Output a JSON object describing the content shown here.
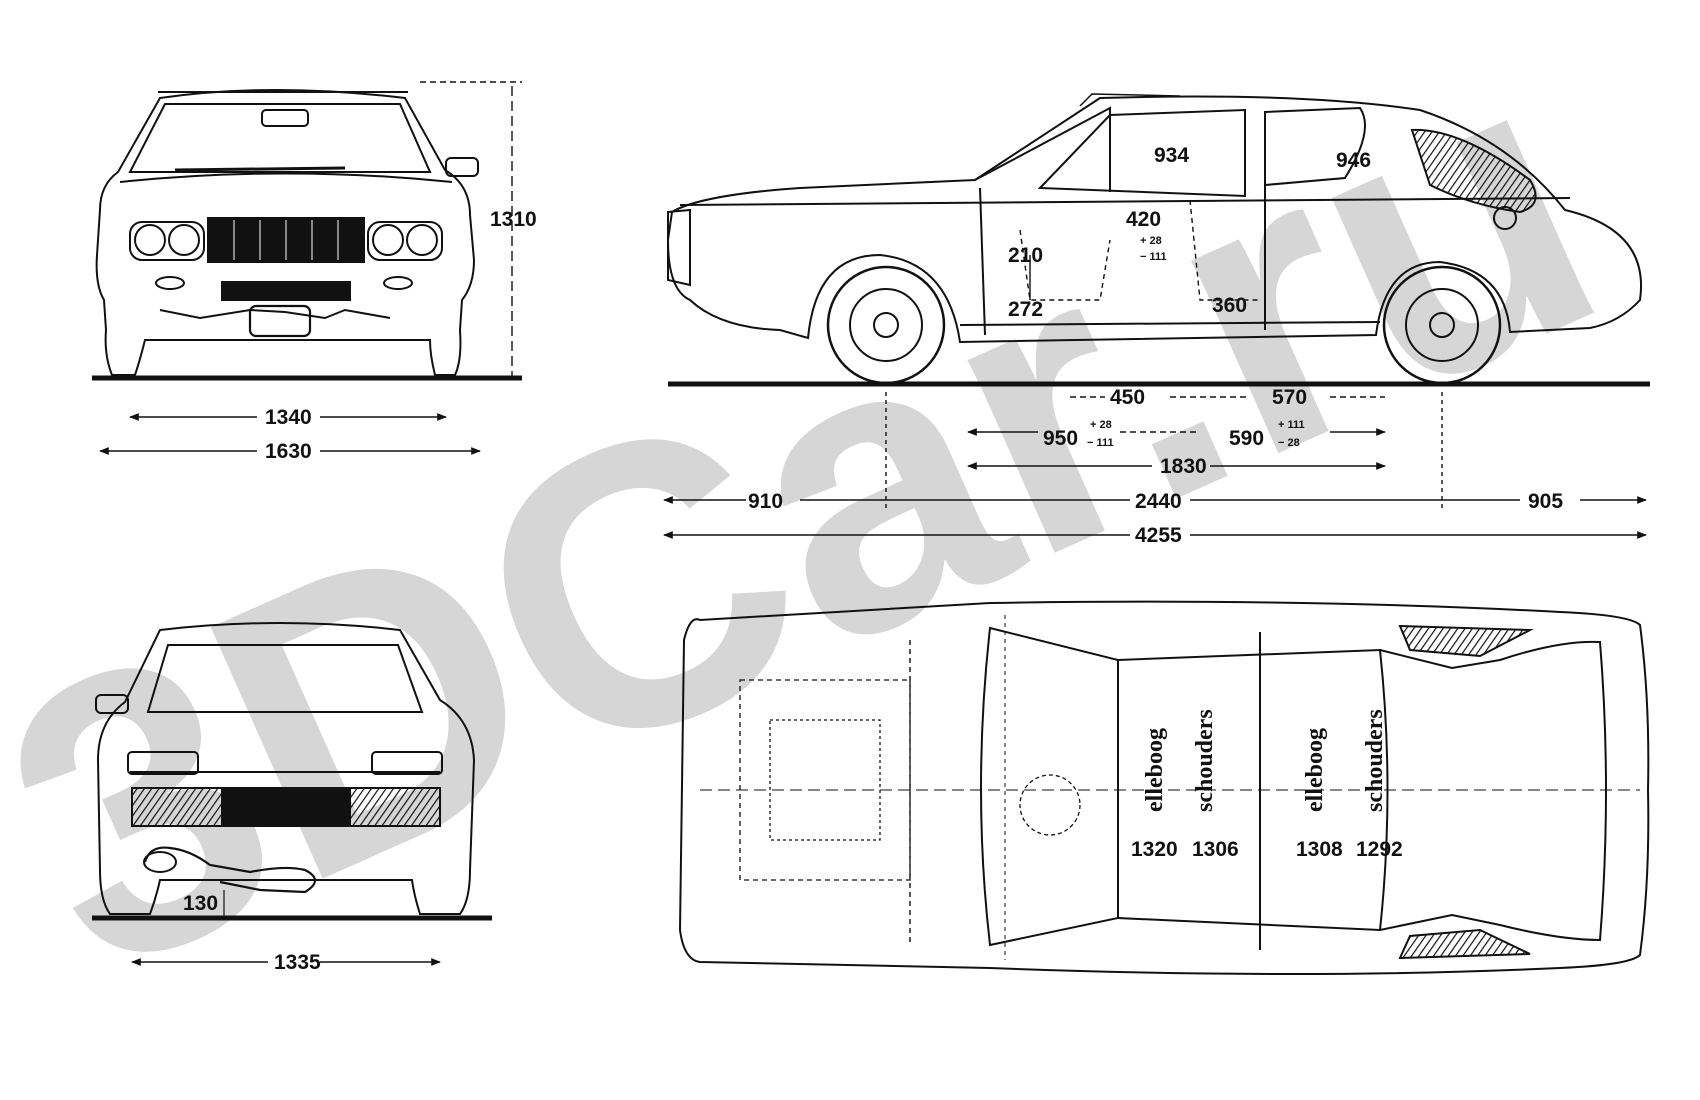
{
  "watermark": "3DCar.ru",
  "colors": {
    "ink": "#111111",
    "watermark": "#d6d6d6",
    "paper": "#ffffff"
  },
  "front_view": {
    "height": "1310",
    "track": "1340",
    "width": "1630"
  },
  "rear_view": {
    "ground_clearance": "130",
    "track": "1335"
  },
  "side_view": {
    "headroom_front": "934",
    "headroom_rear": "946",
    "seat_front": "420",
    "seat_front_adj_plus": "+ 28",
    "seat_front_adj_minus": "− 111",
    "seat_height": "210",
    "sill_front": "272",
    "sill_rear": "360",
    "seat_depth_front": "450",
    "seat_depth_rear": "570",
    "front_seat_pos": "950",
    "front_seat_plus": "+ 28",
    "front_seat_minus": "− 111",
    "rear_seat_pos": "590",
    "rear_seat_plus": "+ 111",
    "rear_seat_minus": "− 28",
    "interior_length": "1830",
    "front_overhang": "910",
    "wheelbase": "2440",
    "rear_overhang": "905",
    "overall_length": "4255"
  },
  "top_view": {
    "front_elbow_label": "elleboog",
    "front_shoulder_label": "schouders",
    "rear_elbow_label": "elleboog",
    "rear_shoulder_label": "schouders",
    "front_elbow": "1320",
    "front_shoulder": "1306",
    "rear_elbow": "1308",
    "rear_shoulder": "1292"
  }
}
